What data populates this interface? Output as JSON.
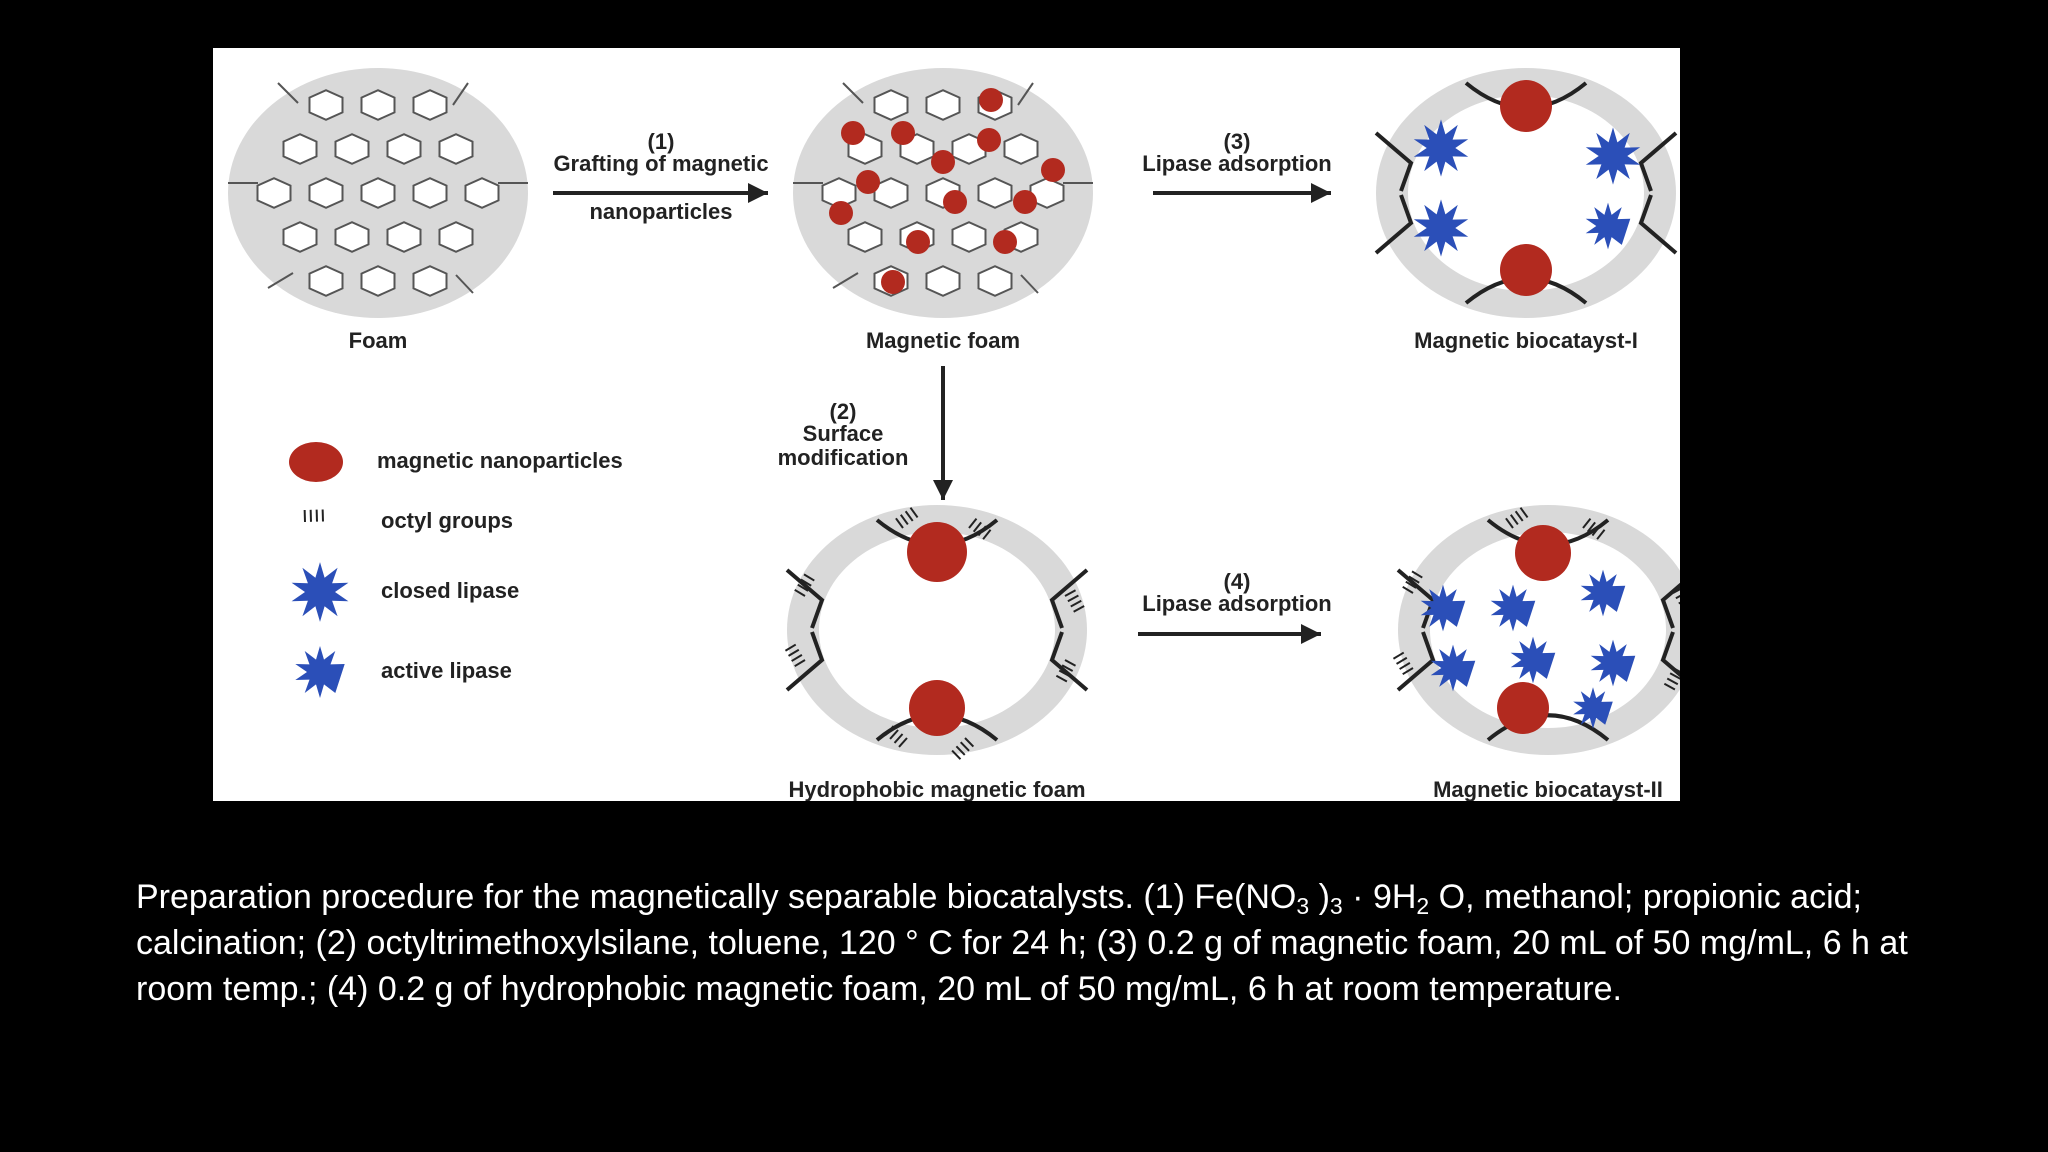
{
  "diagram": {
    "steps": {
      "step1_num": "(1)",
      "step1_line1": "Grafting of magnetic",
      "step1_line2": "nanoparticles",
      "step2_num": "(2)",
      "step2_line1": "Surface",
      "step2_line2": "modification",
      "step3_num": "(3)",
      "step3_label": "Lipase adsorption",
      "step4_num": "(4)",
      "step4_label": "Lipase adsorption"
    },
    "nodes": {
      "foam": "Foam",
      "magnetic_foam": "Magnetic foam",
      "biocatalyst_1": "Magnetic biocatayst-I",
      "hydrophobic_foam": "Hydrophobic magnetic foam",
      "biocatalyst_2": "Magnetic biocatayst-II"
    },
    "legend": [
      {
        "label": "magnetic nanoparticles"
      },
      {
        "label": "octyl groups"
      },
      {
        "label": "closed lipase"
      },
      {
        "label": "active lipase"
      }
    ],
    "colors": {
      "nanoparticle": "#b22a1f",
      "lipase": "#2b4fb8",
      "foam_fill": "#d9d9d9",
      "background": "#000000",
      "caption_text": "#ffffff"
    }
  },
  "caption": {
    "p1": "Preparation procedure for the magnetically separable biocatalysts. (1) Fe(NO",
    "s1": "3",
    "p2": ")",
    "s2": "3",
    "p3": "· 9H",
    "s3": "2",
    "p4": "O, methanol; propionic acid; calcination; (2) octyltrimethoxylsilane, toluene, 120 ° C for 24 h; (3) 0.2 g of magnetic foam, 20 mL of 50 mg/mL, 6 h at room temp.; (4) 0.2 g of hydrophobic magnetic foam, 20 mL of 50 mg/mL, 6 h at room temperature."
  }
}
